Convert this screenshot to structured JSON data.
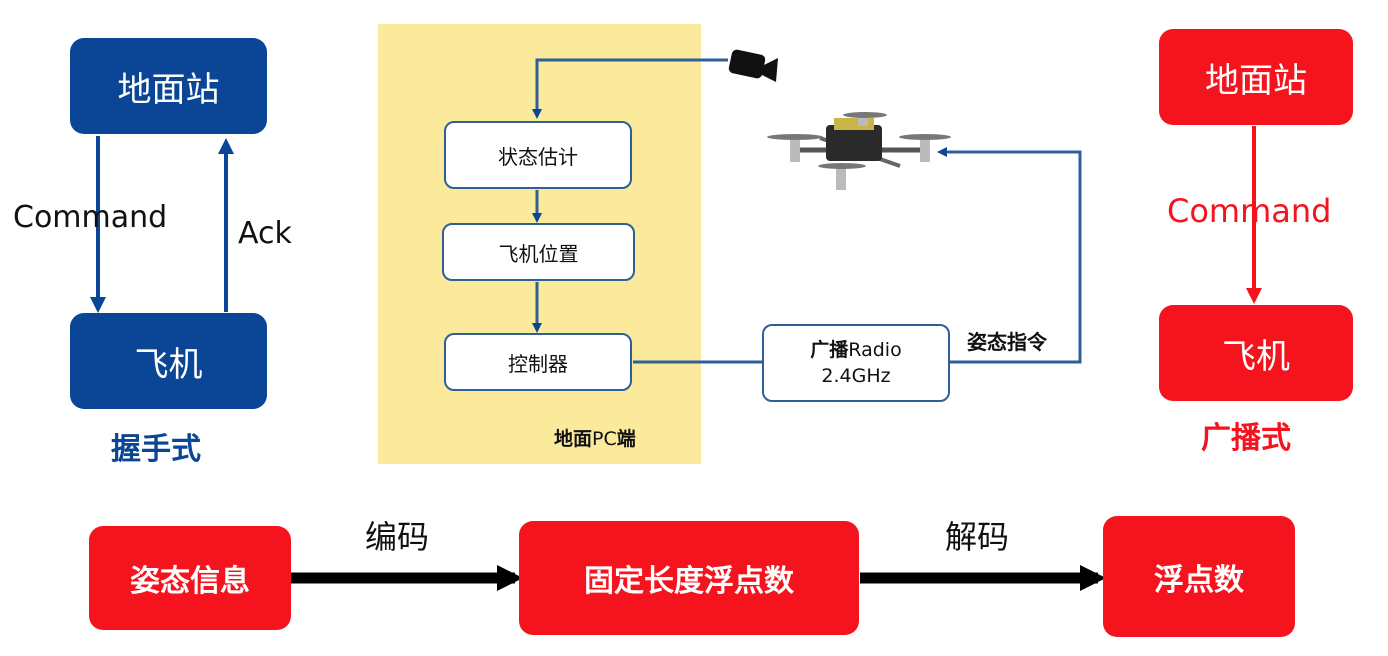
{
  "handshake": {
    "station": "地面站",
    "plane": "飞机",
    "command": "Command",
    "ack": "Ack",
    "caption": "握手式"
  },
  "pc": {
    "state_est": "状态估计",
    "position": "飞机位置",
    "controller": "控制器",
    "caption_bold1": "地面",
    "caption_pc": "PC",
    "caption_bold2": "端"
  },
  "radio": {
    "bold": "广播",
    "name": "Radio",
    "freq": "2.4GHz"
  },
  "attitude_cmd": "姿态指令",
  "broadcast": {
    "station": "地面站",
    "command": "Command",
    "plane": "飞机",
    "caption": "广播式"
  },
  "flow": {
    "info": "姿态信息",
    "encode": "编码",
    "fixed": "固定长度浮点数",
    "decode": "解码",
    "float": "浮点数"
  },
  "colors": {
    "blue": "#0a4596",
    "red": "#f5141e",
    "yellow": "#fbe99c"
  },
  "icons": [
    "camera-icon",
    "drone-image"
  ]
}
